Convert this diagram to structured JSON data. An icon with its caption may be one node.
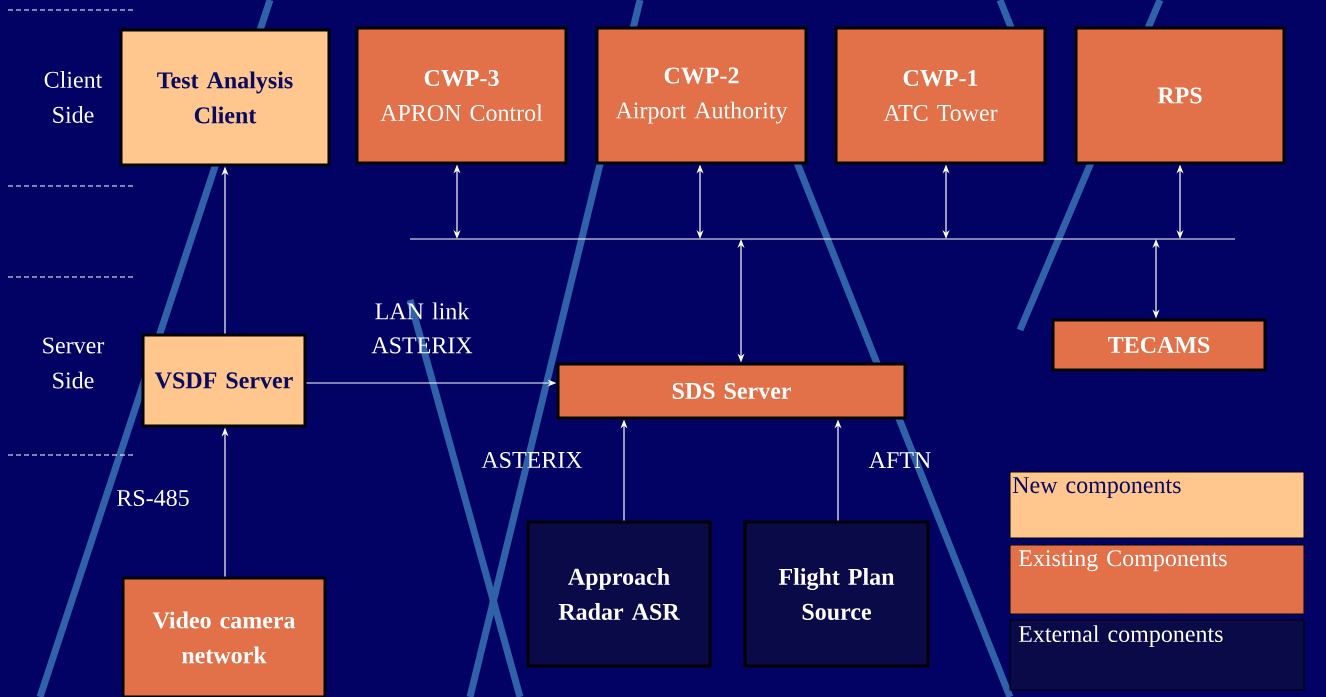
{
  "diagram": {
    "nodes": [
      {
        "text": [
          "Test Analysis Client"
        ]
      },
      {
        "text": [
          "CWP-3",
          "APRON Control"
        ]
      },
      {
        "text": [
          "CWP-2",
          "Airport Authority"
        ]
      },
      {
        "text": [
          "CWP-1",
          "ATC Tower"
        ]
      },
      {
        "text": [
          "RPS"
        ]
      },
      {
        "text": [],
        "shape": "bar"
      },
      {
        "text": [
          "VSDF Server"
        ]
      },
      {
        "text": [
          "TECAMS"
        ]
      },
      {
        "text": [
          "SDS Server"
        ]
      },
      {
        "text": [
          "Video camera network"
        ]
      },
      {
        "text": [
          "Approach Radar ASR"
        ]
      },
      {
        "text": [
          "Flight Plan Source"
        ]
      }
    ],
    "edges": [
      {
        "from": 1,
        "to": 5,
        "arrow": "both"
      },
      {
        "from": 2,
        "to": 5,
        "arrow": "both"
      },
      {
        "from": 3,
        "to": 5,
        "arrow": "both"
      },
      {
        "from": 4,
        "to": 5,
        "arrow": "both"
      },
      {
        "from": 8,
        "to": 5,
        "arrow": "both"
      },
      {
        "from": 7,
        "to": 5,
        "arrow": "both"
      },
      {
        "from": 6,
        "to": 0,
        "arrow": "to"
      },
      {
        "from": 6,
        "to": 8,
        "arrow": "to",
        "label": "LAN link ASTERIX"
      },
      {
        "from": 9,
        "to": 6,
        "arrow": "to",
        "label": "RS-485"
      },
      {
        "from": 10,
        "to": 8,
        "arrow": "to",
        "label": "ASTERIX"
      },
      {
        "from": 11,
        "to": 8,
        "arrow": "to",
        "label": "AFTN"
      }
    ],
    "labels": [
      "Client Side",
      "Server Side"
    ],
    "legend": [
      {
        "text": "New components",
        "color": "#ffc78e"
      },
      {
        "text": "Existing Components",
        "color": "#e27048"
      },
      {
        "text": "External components",
        "color": "#0a0a48"
      }
    ]
  }
}
